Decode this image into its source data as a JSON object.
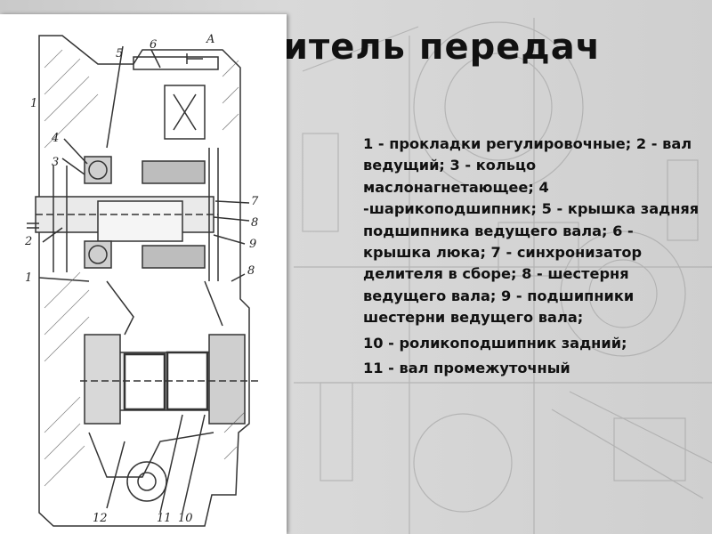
{
  "slide": {
    "title": "итель передач",
    "legend": [
      "1 - прокладки регулировочные; 2 - вал ведущий; 3 - кольцо маслонагнетающее; 4 -шарикоподшипник; 5 - крышка задняя подшипника ведущего вала; 6 - крышка люка; 7 - синхронизатор делителя в сборе; 8 - шестерня ведущего вала; 9 - подшипники шестерни ведущего вала;",
      "10 - роликоподшипник задний;",
      "11 - вал промежуточный"
    ]
  },
  "drawing": {
    "callouts": {
      "n1_top": "1",
      "n4": "4",
      "n3": "3",
      "n5": "5",
      "n6": "6",
      "view_a": "A",
      "n2": "2",
      "n1_mid": "1",
      "n7": "7",
      "n8_upper": "8",
      "n9": "9",
      "n8_side": "8",
      "n12": "12",
      "n11": "11",
      "n10": "10"
    }
  },
  "colors": {
    "background": "#d4d4d4",
    "panel": "#ffffff",
    "text": "#111111",
    "line": "#333333"
  }
}
